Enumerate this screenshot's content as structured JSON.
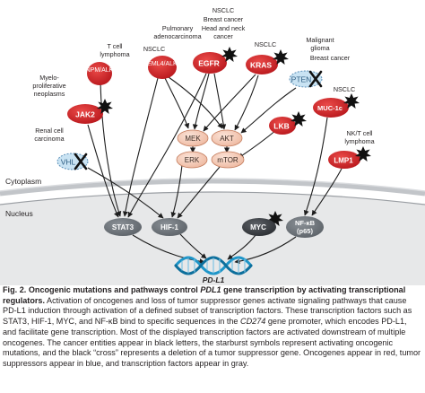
{
  "diagram": {
    "regions": {
      "cytoplasm": "Cytoplasm",
      "nucleus": "Nucleus"
    },
    "colors": {
      "oncogene": "#d7262a",
      "oncogene_dark": "#c11f24",
      "suppressor": "#c9e3f3",
      "suppressor_stroke": "#5a8fb8",
      "kinase": "#f3c9b5",
      "kinase_stroke": "#c47d5e",
      "tf": "#747b82",
      "tf_dark": "#3f4348",
      "dna": "#1e95c8",
      "membrane": "#a7abb0",
      "nucleus_fill": "#e7e8e9",
      "nucleus_line": "#9a9ea3"
    },
    "oncogenes": [
      {
        "id": "JAK2",
        "label": "JAK2",
        "starburst": true
      },
      {
        "id": "NPM_ALK",
        "label": "NPM/ALK",
        "starburst": false
      },
      {
        "id": "EML4_ALK",
        "label": "EML4/ALK",
        "starburst": false
      },
      {
        "id": "EGFR",
        "label": "EGFR",
        "starburst": true
      },
      {
        "id": "KRAS",
        "label": "KRAS",
        "starburst": true
      },
      {
        "id": "LKB",
        "label": "LKB",
        "starburst": true
      },
      {
        "id": "MUC1C",
        "label": "MUC-1c",
        "starburst": true
      },
      {
        "id": "LMP1",
        "label": "LMP1",
        "starburst": true
      }
    ],
    "suppressors": [
      {
        "id": "VHL",
        "label": "VHL",
        "cross": true
      },
      {
        "id": "PTEN",
        "label": "PTEN",
        "cross": true
      }
    ],
    "kinases": [
      {
        "id": "MEK",
        "label": "MEK"
      },
      {
        "id": "AKT",
        "label": "AKT"
      },
      {
        "id": "ERK",
        "label": "ERK"
      },
      {
        "id": "mTOR",
        "label": "mTOR"
      }
    ],
    "transcription_factors": [
      {
        "id": "STAT3",
        "label": "STAT3",
        "starburst": false
      },
      {
        "id": "HIF1",
        "label": "HIF-1",
        "starburst": false
      },
      {
        "id": "MYC",
        "label": "MYC",
        "starburst": true
      },
      {
        "id": "NFKB",
        "label_line1": "NF-κB",
        "label_line2": "(p65)",
        "starburst": false
      }
    ],
    "diseases": {
      "jak2": [
        "Myelo-",
        "proliferative",
        "neoplasms"
      ],
      "npm": [
        "T cell",
        "lymphoma"
      ],
      "eml4": [
        "Pulmonary",
        "adenocarcinoma"
      ],
      "nsclc_eml4": "NSCLC",
      "egfr": [
        "NSCLC",
        "Breast cancer",
        "Head and neck",
        "cancer"
      ],
      "kras": "NSCLC",
      "pten": [
        "Malignant",
        "glioma",
        "Breast cancer"
      ],
      "vhl": [
        "Renal cell",
        "carcinoma"
      ],
      "muc1c": "NSCLC",
      "lmp1": [
        "NK/T cell",
        "lymphoma"
      ]
    },
    "target_gene": "PD-L1"
  },
  "caption": {
    "fig_label": "Fig. 2.",
    "title_a": "Oncogenic mutations and pathways control ",
    "title_gene": "PDL1",
    "title_b": " gene transcription by activating transcriptional regulators.",
    "body_a": "Activation of oncogenes and loss of tumor suppressor genes activate signaling pathways that cause PD-L1 induction through activation of a defined subset of transcription factors. These transcription factors such as STAT3, HIF-1, MYC, and NF-κB bind to specific sequences in the ",
    "body_gene": "CD274",
    "body_b": " gene promoter, which encodes PD-L1, and facilitate gene transcription. Most of the displayed transcription factors are activated downstream of multiple oncogenes. The cancer entities appear in black letters, the starburst symbols represent activating oncogenic mutations, and the black “cross” represents a deletion of a tumor suppressor gene. Oncogenes appear in red, tumor suppressors appear in blue, and transcription factors appear in gray."
  }
}
